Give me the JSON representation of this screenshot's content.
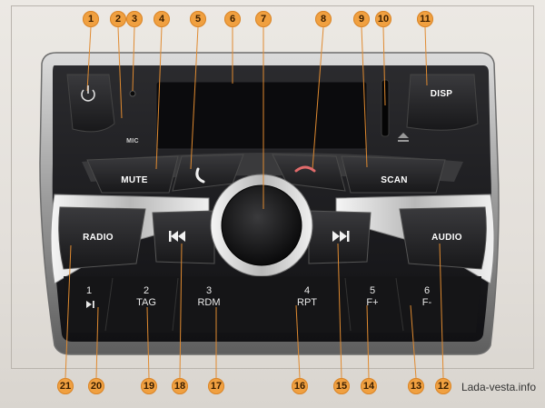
{
  "buttons": {
    "disp": "DISP",
    "mute": "MUTE",
    "scan": "SCAN",
    "radio": "RADIO",
    "audio": "AUDIO"
  },
  "mic": "MIC",
  "presets": [
    {
      "num": "1",
      "label": ""
    },
    {
      "num": "2",
      "label": "TAG"
    },
    {
      "num": "3",
      "label": "RDM"
    },
    {
      "num": "4",
      "label": "RPT"
    },
    {
      "num": "5",
      "label": "F+"
    },
    {
      "num": "6",
      "label": "F-"
    }
  ],
  "callouts": [
    "1",
    "2",
    "3",
    "4",
    "5",
    "6",
    "7",
    "8",
    "9",
    "10",
    "11",
    "12",
    "13",
    "14",
    "15",
    "16",
    "17",
    "18",
    "19",
    "20",
    "21"
  ],
  "watermark": "Lada-vesta.info",
  "colors": {
    "callout": "#f0a040",
    "panel": "#1c1c1e",
    "bezel": "#c9c9c9"
  },
  "icons": [
    "power-icon",
    "mic-icon",
    "phone-answer-icon",
    "phone-hangup-icon",
    "previous-track-icon",
    "next-track-icon",
    "play-pause-icon",
    "eject-icon"
  ]
}
